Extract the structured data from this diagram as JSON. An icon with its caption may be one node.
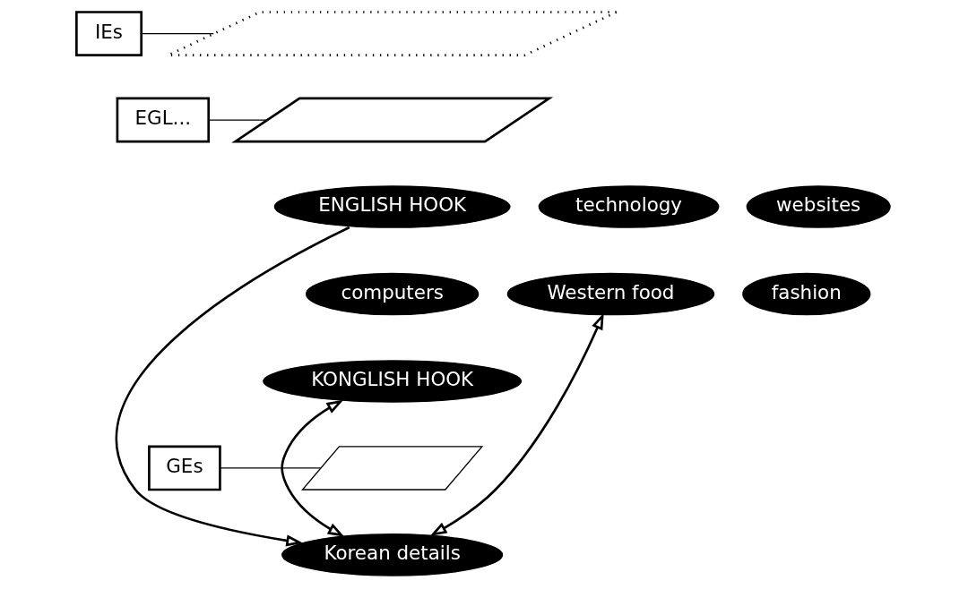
{
  "diagram": {
    "nodes": [
      {
        "text": [],
        "shape": "grid"
      },
      {
        "text": [
          "IEs"
        ]
      },
      {
        "text": [],
        "shape": "grid"
      },
      {
        "text": [
          "EGL..."
        ]
      },
      {
        "text": [
          "ENGLISH HOOK"
        ]
      },
      {
        "text": [
          "technology"
        ]
      },
      {
        "text": [
          "computers"
        ]
      },
      {
        "text": [
          "websites"
        ]
      },
      {
        "text": [
          "fashion"
        ]
      },
      {
        "text": [
          "Western food"
        ]
      },
      {
        "text": [
          "KONGLISH HOOK"
        ]
      },
      {
        "text": [],
        "shape": "grid"
      },
      {
        "text": [
          "GEs"
        ]
      },
      {
        "text": [
          "Korean details"
        ]
      }
    ],
    "edges": [
      {
        "from": 1,
        "to": 0,
        "arrow": "none"
      },
      {
        "from": 3,
        "to": 2,
        "arrow": "none"
      },
      {
        "from": 12,
        "to": 11,
        "arrow": "none"
      },
      {
        "from": 4,
        "to": 13,
        "arrow": "to"
      },
      {
        "from": 10,
        "to": 13,
        "arrow": "both"
      },
      {
        "from": 9,
        "to": 13,
        "arrow": "both"
      }
    ]
  }
}
